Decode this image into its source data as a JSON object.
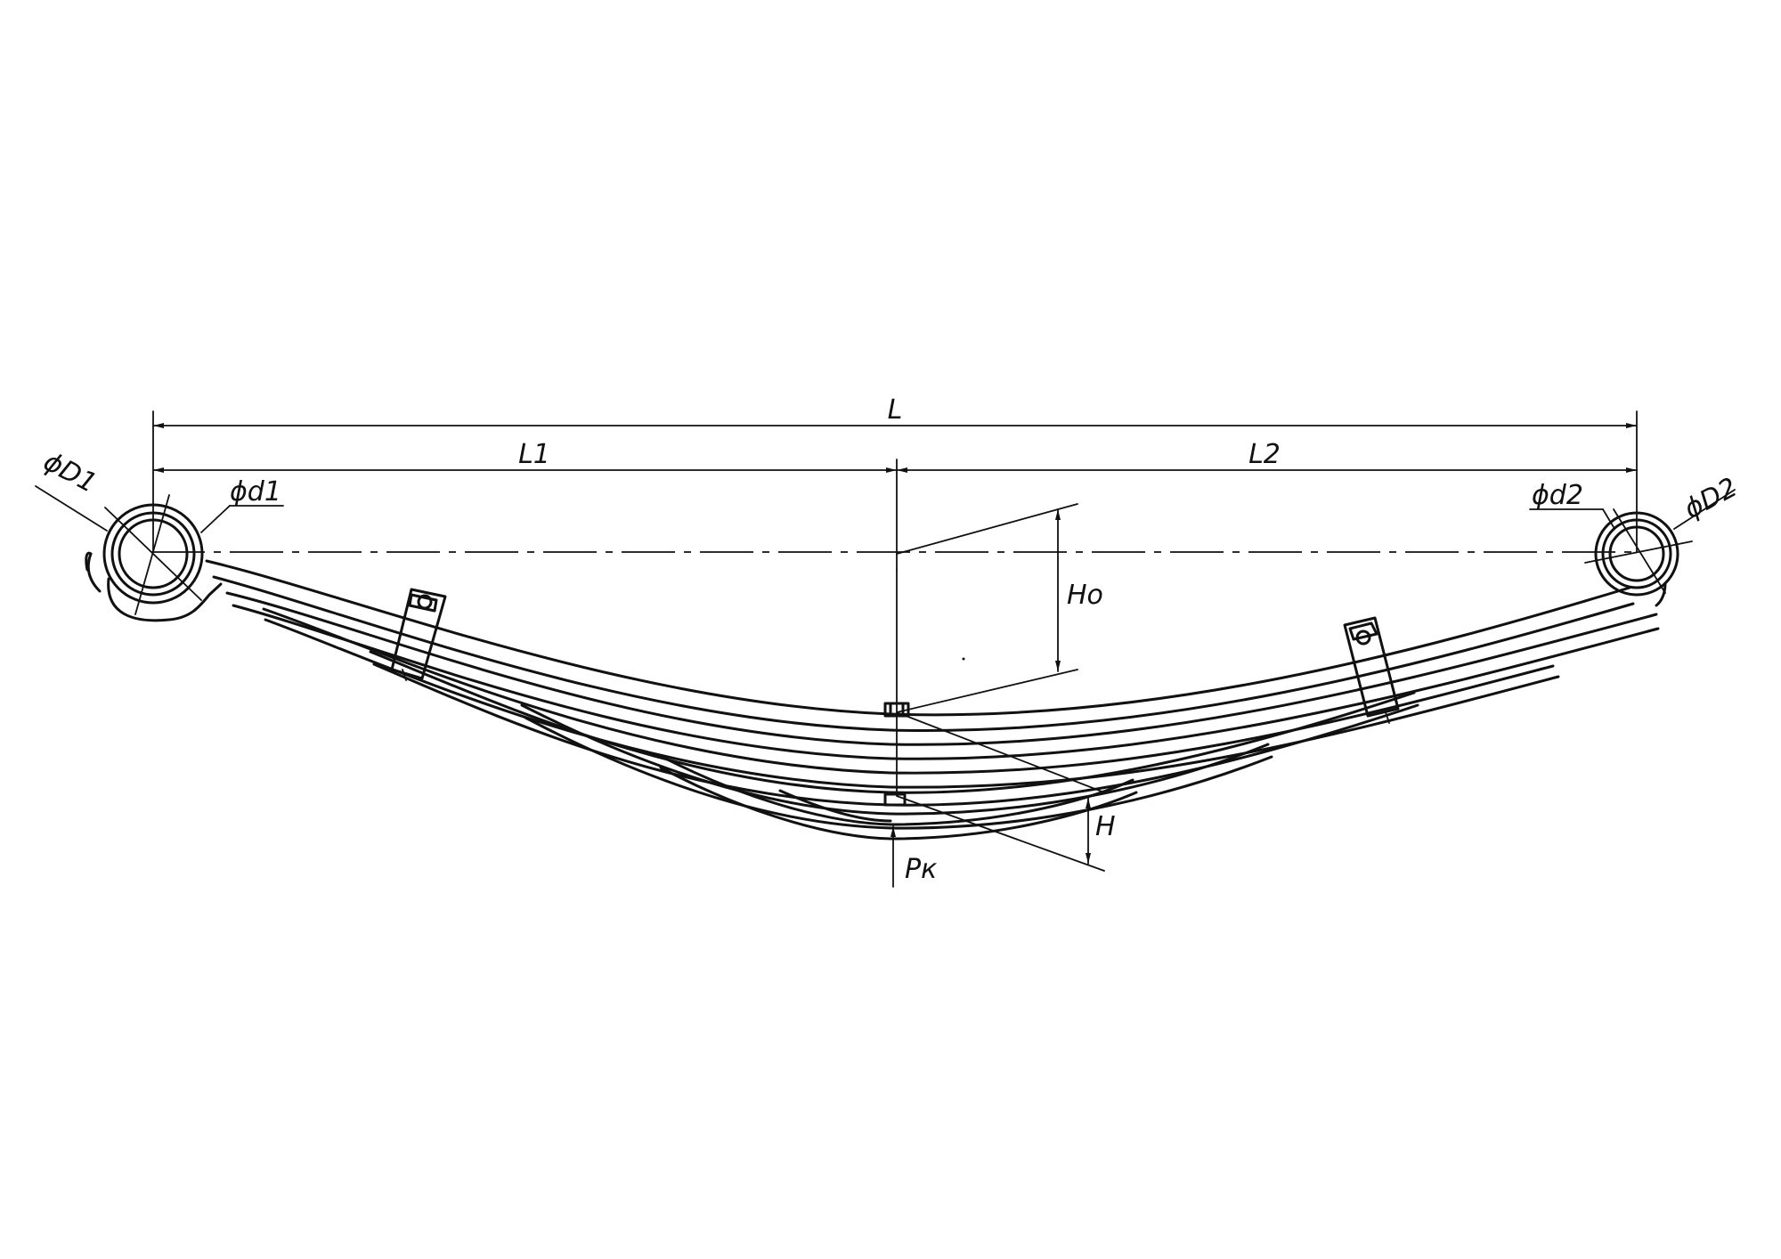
{
  "labels": {
    "L": "L",
    "L1": "L1",
    "L2": "L2",
    "D1": "ϕD1",
    "d1": "ϕd1",
    "d2": "ϕd2",
    "D2": "ϕD2",
    "Ho": "Ho",
    "H": "H",
    "Pk": "Pк"
  }
}
